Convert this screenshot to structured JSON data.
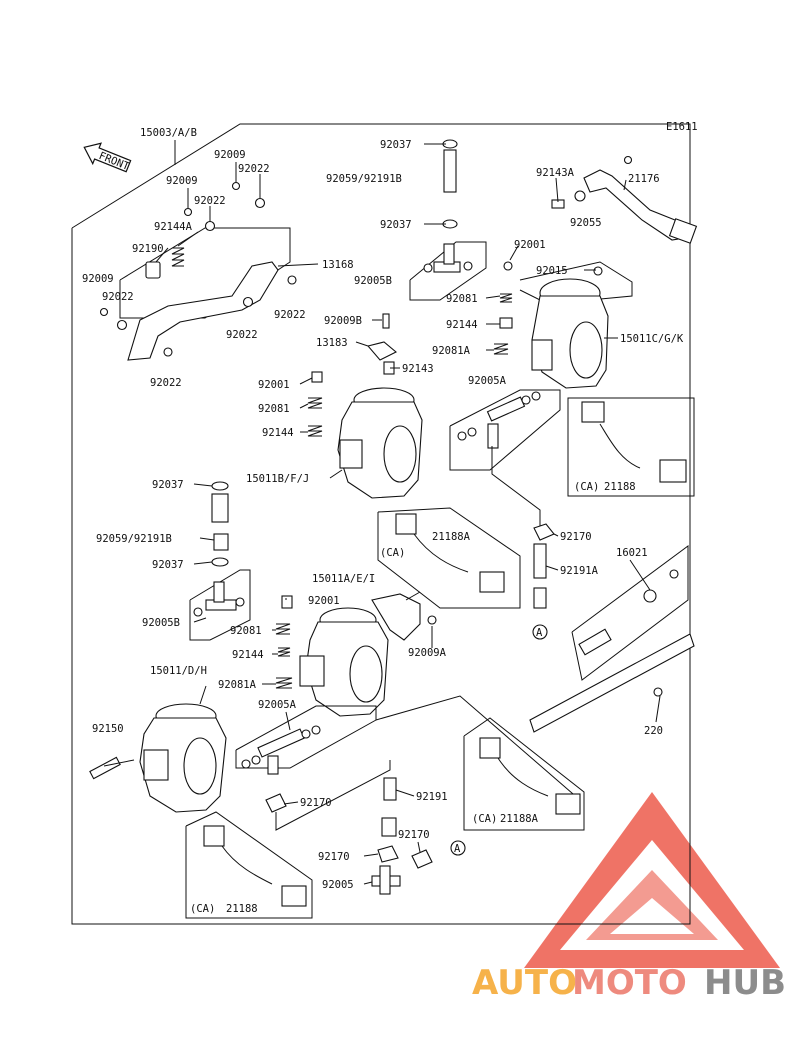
{
  "diagram": {
    "code": "E1611",
    "front_label": "FRONT",
    "callouts": {
      "assy": "15003/A/B",
      "l92009_a": "92009",
      "l92022_a": "92022",
      "l92009_b": "92009",
      "l92022_b": "92022",
      "l92144A": "92144A",
      "l92190": "92190",
      "l92009_c": "92009",
      "l92022_c": "92022",
      "l13168": "13168",
      "l92022_d": "92022",
      "l92022_e": "92022",
      "l92022_f": "92022",
      "l92037_a": "92037",
      "l92059_a": "92059/92191B",
      "l92037_b": "92037",
      "l92005B_a": "92005B",
      "l92009B": "92009B",
      "l13183": "13183",
      "l92143": "92143",
      "l92143A": "92143A",
      "l21176": "21176",
      "l92055": "92055",
      "l92001_a": "92001",
      "l92015": "92015",
      "l92081_a": "92081",
      "l92144_a": "92144",
      "l92081A_a": "92081A",
      "l15011CGK": "15011C/G/K",
      "l92001_b": "92001",
      "l92081_b": "92081",
      "l92144_b": "92144",
      "l15011BFJ": "15011B/F/J",
      "l92005A_a": "92005A",
      "l21188_a": "21188",
      "ca_a": "(CA)",
      "l92037_c": "92037",
      "l92059_b": "92059/92191B",
      "l92037_d": "92037",
      "l92005B_b": "92005B",
      "l21188A_a": "21188A",
      "ca_b": "(CA)",
      "l92170_a": "92170",
      "l92191A": "92191A",
      "l16021": "16021",
      "l15011AEI": "15011A/E/I",
      "l92001_c": "92001",
      "l92081_c": "92081",
      "l92144_c": "92144",
      "l92009A": "92009A",
      "l92081A_b": "92081A",
      "l15011DH": "15011/D/H",
      "l92005A_b": "92005A",
      "l92150": "92150",
      "l220": "220",
      "l92170_b": "92170",
      "l92191": "92191",
      "l21188A_b": "21188A",
      "ca_c": "(CA)",
      "l92170_c": "92170",
      "l92170_d": "92170",
      "l92005": "92005",
      "l21188_b": "21188",
      "ca_d": "(CA)",
      "ref_a1": "A",
      "ref_a2": "A"
    }
  },
  "watermark": {
    "part1": "AUTO",
    "part2": "MOTO",
    "part3": "HUB",
    "colors": {
      "auto": "#f6b24a",
      "moto": "#ee8a7e",
      "hub": "#8c8c8c",
      "triangle": "#e53b2c"
    }
  }
}
